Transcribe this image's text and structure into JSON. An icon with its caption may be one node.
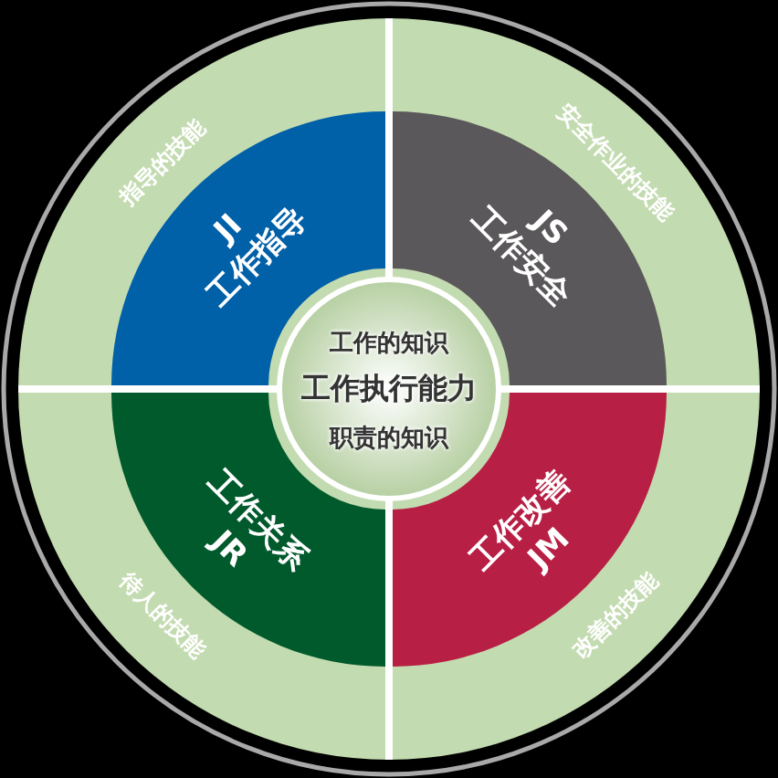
{
  "diagram": {
    "nodes": [
      {
        "text": [
          "工作的知识",
          "工作执行能力",
          "职责的知识"
        ]
      },
      {
        "text": [
          "JI",
          "工作指导"
        ]
      },
      {
        "text": [
          "JS",
          "工作安全"
        ]
      },
      {
        "text": [
          "工作关系",
          "JR"
        ]
      },
      {
        "text": [
          "工作改善",
          "JM"
        ]
      }
    ],
    "labels": [
      "指导的技能",
      "安全作业的技能",
      "待人的技能",
      "改善的技能"
    ]
  }
}
